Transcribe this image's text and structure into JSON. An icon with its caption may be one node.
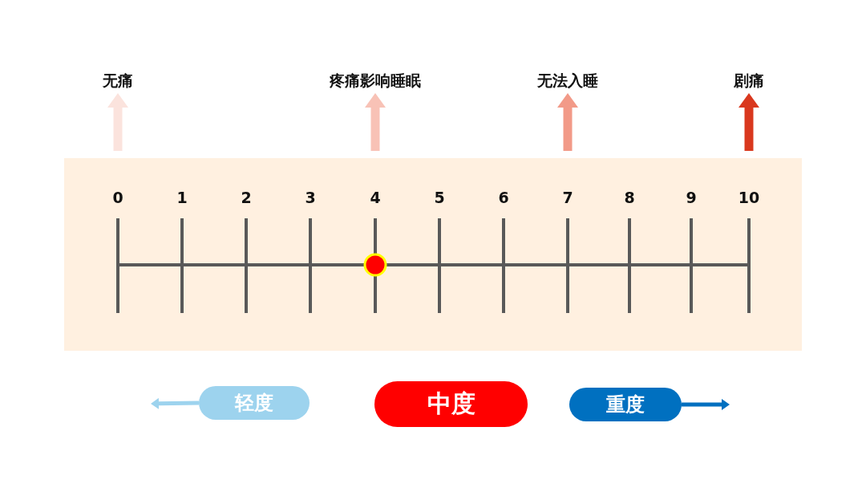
{
  "diagram": {
    "nodes": [
      {
        "text": [
          "无痛"
        ]
      },
      {
        "text": [
          "疼痛影响睡眠"
        ]
      },
      {
        "text": [
          "无法入睡"
        ]
      },
      {
        "text": [
          "剧痛"
        ]
      },
      {
        "text": [
          "轻度"
        ]
      },
      {
        "text": [
          "中度"
        ]
      },
      {
        "text": [
          "重度"
        ]
      }
    ],
    "edges": [
      {
        "from": null,
        "to": 0,
        "arrow": "to",
        "color": "#fbe3dd"
      },
      {
        "from": null,
        "to": 1,
        "arrow": "to",
        "color": "#f8c2b6"
      },
      {
        "from": null,
        "to": 2,
        "arrow": "to",
        "color": "#f29a88"
      },
      {
        "from": null,
        "to": 3,
        "arrow": "to",
        "color": "#d9381e"
      },
      {
        "from": 4,
        "to": null,
        "arrow": "to",
        "color": "#9dd3ee"
      },
      {
        "from": 6,
        "to": null,
        "arrow": "to",
        "color": "#0070c0"
      }
    ],
    "labels": [
      "0",
      "1",
      "2",
      "3",
      "4",
      "5",
      "6",
      "7",
      "8",
      "9",
      "10"
    ]
  }
}
